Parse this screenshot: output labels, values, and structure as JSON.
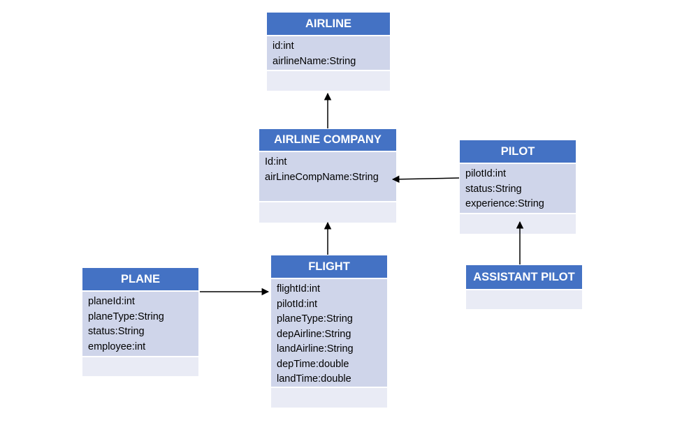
{
  "colors": {
    "header": "#4472C4",
    "attributes": "#CFD5EA",
    "methods": "#E9EBF5",
    "arrow": "#000000"
  },
  "classes": {
    "airline": {
      "name": "AIRLINE",
      "attributes": [
        "id:int",
        "airlineName:String"
      ]
    },
    "airline_company": {
      "name": "AIRLINE COMPANY",
      "attributes": [
        "Id:int",
        "airLineCompName:String"
      ]
    },
    "pilot": {
      "name": "PILOT",
      "attributes": [
        "pilotId:int",
        "status:String",
        "experience:String"
      ]
    },
    "plane": {
      "name": "PLANE",
      "attributes": [
        "planeId:int",
        "planeType:String",
        "status:String",
        "employee:int"
      ]
    },
    "flight": {
      "name": "FLIGHT",
      "attributes": [
        "flightId:int",
        "pilotId:int",
        "planeType:String",
        "depAirline:String",
        "landAirline:String",
        "depTime:double",
        "landTime:double"
      ]
    },
    "assistant_pilot": {
      "name": "ASSISTANT PILOT",
      "attributes": []
    }
  },
  "relations": [
    {
      "from": "AIRLINE COMPANY",
      "to": "AIRLINE"
    },
    {
      "from": "PILOT",
      "to": "AIRLINE COMPANY"
    },
    {
      "from": "FLIGHT",
      "to": "AIRLINE COMPANY"
    },
    {
      "from": "PLANE",
      "to": "FLIGHT"
    },
    {
      "from": "ASSISTANT PILOT",
      "to": "PILOT"
    }
  ]
}
